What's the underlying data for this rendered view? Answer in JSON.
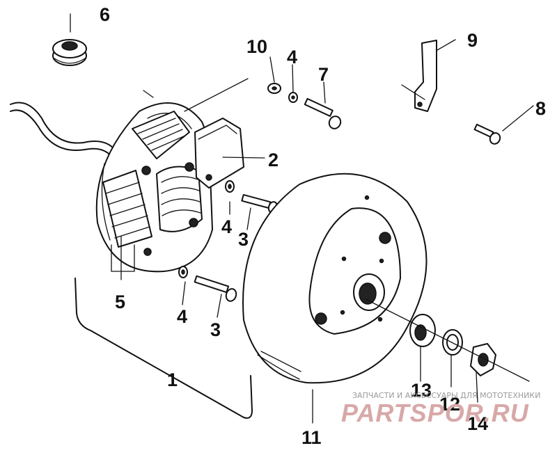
{
  "callouts": {
    "c1": "1",
    "c2": "2",
    "c3a": "3",
    "c3b": "3",
    "c4a": "4",
    "c4b": "4",
    "c4c": "4",
    "c5": "5",
    "c6": "6",
    "c7": "7",
    "c8": "8",
    "c9": "9",
    "c10": "10",
    "c11": "11",
    "c12": "12",
    "c13": "13",
    "c14": "14"
  },
  "watermark": {
    "subtitle": "ЗАПЧАСТИ И АКСЕССУАРЫ ДЛЯ МОТОТЕХНИКИ",
    "brand": "PARTSPOR.RU"
  },
  "colors": {
    "ink": "#111111",
    "background": "#ffffff",
    "watermark": "#d8a8a8"
  }
}
